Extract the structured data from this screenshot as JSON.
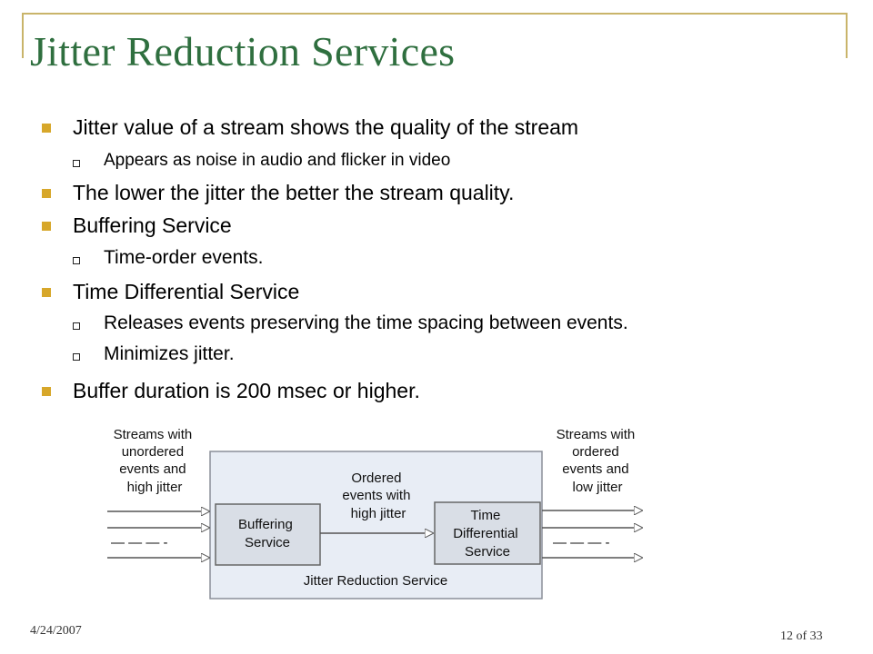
{
  "slide": {
    "title": "Jitter Reduction Services",
    "footer_date": "4/24/2007",
    "footer_page": "12 of 33"
  },
  "bullets": [
    {
      "level": 1,
      "text": "Jitter value of a stream shows the quality of the stream"
    },
    {
      "level": 2,
      "text": "Appears as noise in audio and flicker in video"
    },
    {
      "level": 1,
      "text": "The lower the jitter the better the stream quality."
    },
    {
      "level": 1,
      "text": "Buffering Service"
    },
    {
      "level": 2,
      "text": "Time-order events."
    },
    {
      "level": 1,
      "text": "Time Differential Service"
    },
    {
      "level": 2,
      "text": "Releases events preserving the time spacing between events."
    },
    {
      "level": 2,
      "text": "Minimizes jitter."
    },
    {
      "level": 1,
      "text": "Buffer duration is 200 msec or higher."
    }
  ],
  "diagram": {
    "input_label": [
      "Streams with",
      "unordered",
      "events and",
      "high jitter"
    ],
    "middle_label": [
      "Ordered",
      "events with",
      "high jitter"
    ],
    "output_label": [
      "Streams with",
      "ordered",
      "events and",
      "low jitter"
    ],
    "buffering_service": [
      "Buffering",
      "Service"
    ],
    "time_differential_service": [
      "Time",
      "Differential",
      "Service"
    ],
    "outer_box_label": "Jitter Reduction Service",
    "dashes_left": "— — — -",
    "dashes_right": "— — — -"
  },
  "colors": {
    "title": "#2f6f3f",
    "bullet": "#d7a72a",
    "frame": "#c9b46a",
    "outer_box_fill": "#e8edf5",
    "inner_box_fill": "#d9dee6"
  }
}
